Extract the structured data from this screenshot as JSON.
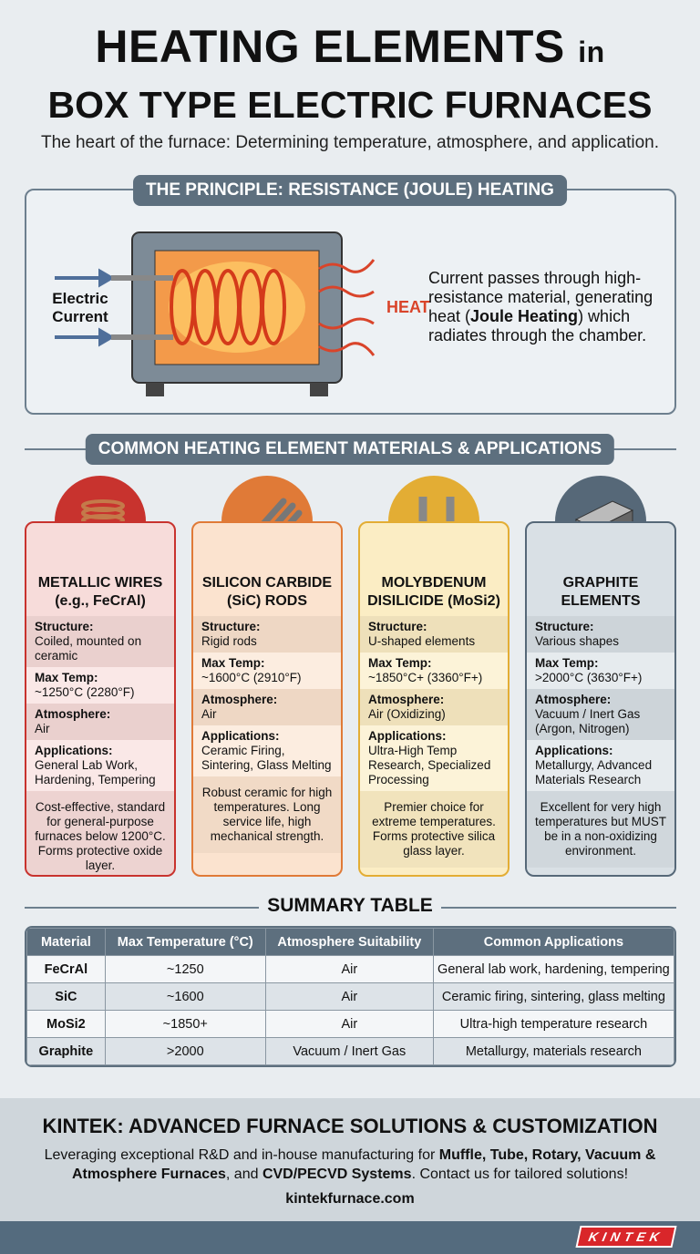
{
  "header": {
    "title_line1": "HEATING ELEMENTS",
    "title_in": "in",
    "title_line2": "BOX TYPE ELECTRIC FURNACES",
    "subtitle": "The heart of the furnace: Determining temperature, atmosphere, and application."
  },
  "principle": {
    "heading": "THE PRINCIPLE: RESISTANCE (JOULE) HEATING",
    "input_label": "Electric Current",
    "heat_label": "HEAT",
    "text_pre": "Current passes through high-resistance material, generating heat (",
    "text_bold": "Joule Heating",
    "text_post": ") which radiates through the chamber."
  },
  "materials": {
    "heading": "COMMON HEATING ELEMENT MATERIALS & APPLICATIONS",
    "labels": {
      "structure": "Structure:",
      "max_temp": "Max Temp:",
      "atmosphere": "Atmosphere:",
      "applications": "Applications:"
    },
    "cards": [
      {
        "title": "METALLIC WIRES (e.g., FeCrAl)",
        "icon": "coil-icon",
        "color": "#c8332e",
        "bg": "#f7dcda",
        "structure": "Coiled, mounted on ceramic",
        "max_temp": "~1250°C (2280°F)",
        "atmosphere": "Air",
        "applications": "General Lab Work, Hardening, Tempering",
        "note": "Cost-effective, standard for general-purpose furnaces below 1200°C. Forms protective oxide layer."
      },
      {
        "title": "SILICON CARBIDE (SiC) RODS",
        "icon": "rods-icon",
        "color": "#e07a37",
        "bg": "#fbe3cf",
        "structure": "Rigid rods",
        "max_temp": "~1600°C (2910°F)",
        "atmosphere": "Air",
        "applications": "Ceramic Firing, Sintering, Glass Melting",
        "note": "Robust ceramic for high temperatures. Long service life, high mechanical strength."
      },
      {
        "title": "MOLYBDENUM DISILICIDE (MoSi2)",
        "icon": "u-shape-icon",
        "color": "#e3ad34",
        "bg": "#fbedc4",
        "structure": "U-shaped elements",
        "max_temp": "~1850°C+ (3360°F+)",
        "atmosphere": "Air (Oxidizing)",
        "applications": "Ultra-High Temp Research, Specialized Processing",
        "note": "Premier choice for extreme temperatures. Forms protective silica glass layer."
      },
      {
        "title": "GRAPHITE ELEMENTS",
        "icon": "block-icon",
        "color": "#566878",
        "bg": "#d9e0e5",
        "structure": "Various shapes",
        "max_temp": ">2000°C (3630°F+)",
        "atmosphere": "Vacuum / Inert Gas (Argon, Nitrogen)",
        "applications": "Metallurgy, Advanced Materials Research",
        "note": "Excellent for very high temperatures but MUST be in a non-oxidizing environment."
      }
    ]
  },
  "summary": {
    "heading": "SUMMARY TABLE",
    "columns": [
      "Material",
      "Max Temperature (°C)",
      "Atmosphere Suitability",
      "Common Applications"
    ],
    "rows": [
      [
        "FeCrAl",
        "~1250",
        "Air",
        "General lab work, hardening, tempering"
      ],
      [
        "SiC",
        "~1600",
        "Air",
        "Ceramic firing, sintering, glass melting"
      ],
      [
        "MoSi2",
        "~1850+",
        "Air",
        "Ultra-high temperature research"
      ],
      [
        "Graphite",
        ">2000",
        "Vacuum / Inert Gas",
        "Metallurgy, materials research"
      ]
    ]
  },
  "footer": {
    "heading": "KINTEK: ADVANCED FURNACE SOLUTIONS & CUSTOMIZATION",
    "p1": "Leveraging exceptional R&D and in-house manufacturing for ",
    "b1": "Muffle, Tube, Rotary, Vacuum & Atmosphere Furnaces",
    "p2": ", and ",
    "b2": "CVD/PECVD Systems",
    "p3": ". Contact us for tailored solutions!",
    "website": "kintekfurnace.com",
    "logo": "KINTEK"
  }
}
